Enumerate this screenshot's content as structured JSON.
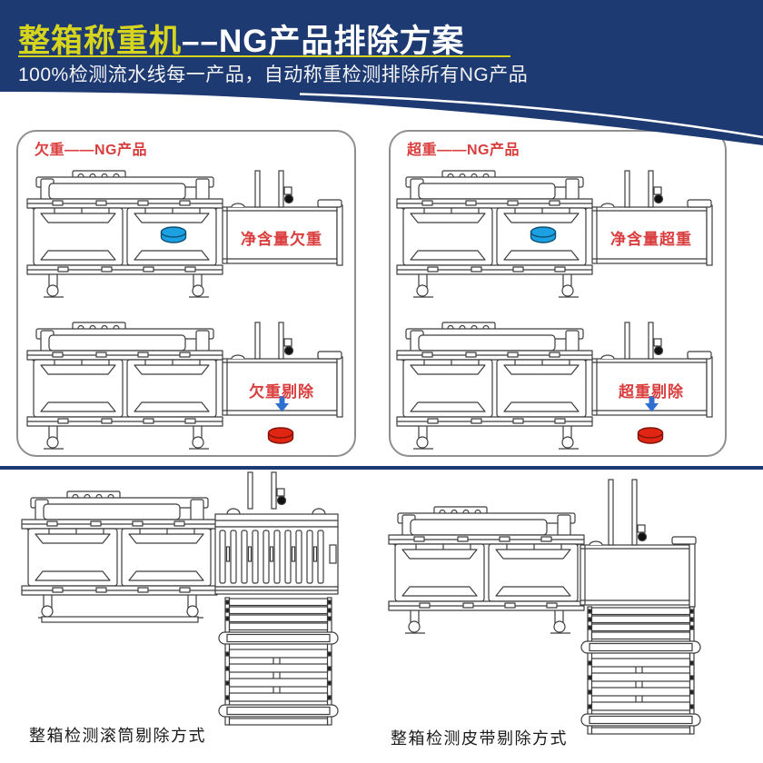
{
  "header": {
    "title_highlight": "整箱称重机",
    "title_rest": "––NG产品排除方案",
    "subtitle": "100%检测流水线每一产品，自动称重检测排除所有NG产品"
  },
  "panels": [
    {
      "title": "欠重——NG产品",
      "detect_label": "净含量欠重",
      "reject_label": "欠重剔除",
      "product_on_scale": "blue-cylinder-ok-product",
      "product_rejected": "red-cylinder-ng-product"
    },
    {
      "title": "超重——NG产品",
      "detect_label": "净含量超重",
      "reject_label": "超重剔除",
      "product_on_scale": "blue-cylinder-ok-product",
      "product_rejected": "red-cylinder-ng-product"
    }
  ],
  "bottom_section": {
    "left_caption": "整箱检测滚筒剔除方式",
    "right_caption": "整箱检测皮带剔除方式"
  },
  "colors": {
    "header_navy": "#1e3a72",
    "title_yellow": "#d6d41d",
    "label_red": "#d93d3d",
    "product_ok_blue": "#1ba1e2",
    "product_ng_red": "#e12513",
    "arrow_blue": "#2e6fd0",
    "lineart_gray": "#3d3d3d",
    "panel_border_gray": "#8f8f8f"
  },
  "icons": {
    "reject_arrow": "down-arrow-icon",
    "ok_product": "blue-cylinder-icon",
    "ng_product": "red-cylinder-icon"
  }
}
